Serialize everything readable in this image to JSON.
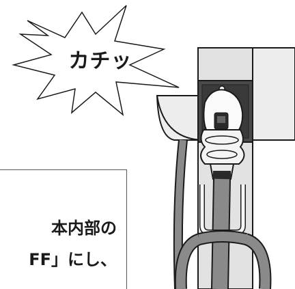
{
  "burst": {
    "text": "カチッ"
  },
  "note": {
    "line1": "本内部の",
    "line2": "FF」にし、"
  },
  "icons": {
    "burst": "speech-burst-icon",
    "charger": "ev-charger-illustration"
  },
  "colors": {
    "outline": "#1a1a1a",
    "housing_light": "#e6e6e6",
    "cable_gray": "#8a8a8a",
    "socket_dark": "#3a3a3a",
    "border": "#555555"
  }
}
